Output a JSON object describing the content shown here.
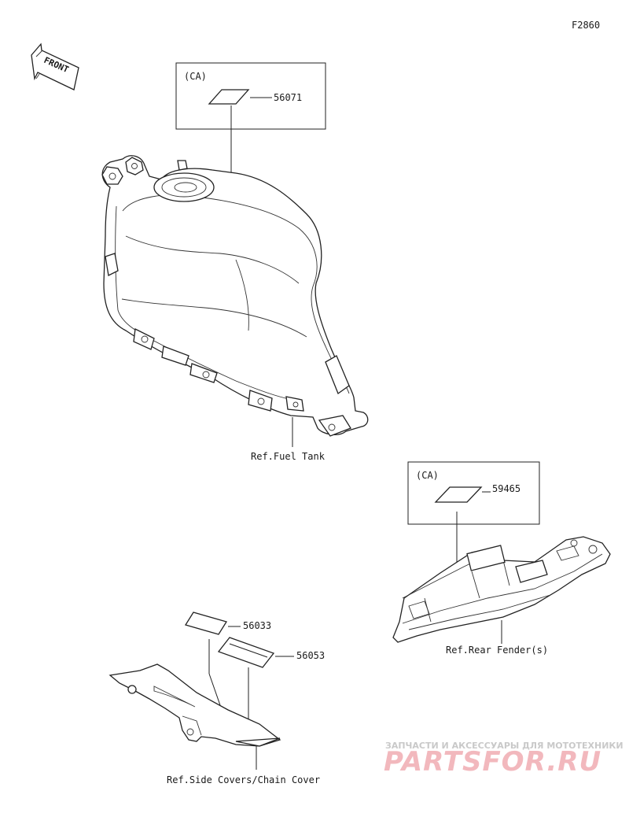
{
  "figure_code": "F2860",
  "front_arrow": {
    "label": "FRONT",
    "icon": "front-arrow-icon"
  },
  "callouts": {
    "tank_box": {
      "region": "(CA)",
      "part_number": "56071"
    },
    "fender_box": {
      "region": "(CA)",
      "part_number": "59465"
    },
    "label_56033": "56033",
    "label_56053": "56053"
  },
  "references": {
    "fuel_tank": "Ref.Fuel Tank",
    "rear_fender": "Ref.Rear Fender(s)",
    "side_covers": "Ref.Side Covers/Chain Cover"
  },
  "watermark": {
    "line1": "ЗАПЧАСТИ И АКСЕССУАРЫ ДЛЯ МОТОТЕХНИКИ",
    "line2": "PARTSFOR.RU"
  }
}
